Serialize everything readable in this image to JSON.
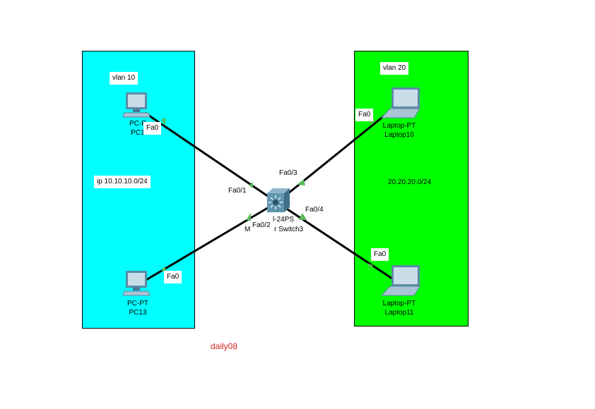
{
  "title": "daily08",
  "areas": {
    "left": {
      "color": "#00ffff",
      "vlan": "vlan 10",
      "network": "ip 10.10.10.0/24"
    },
    "right": {
      "color": "#00ff00",
      "vlan": "vlan 20",
      "network": "20.20.20.0/24"
    }
  },
  "devices": {
    "pc1": {
      "model": "PC-PT",
      "name": "PC1",
      "model_visible": "PC-P",
      "name_visible": "PC1",
      "port": "Fa0"
    },
    "pc13": {
      "model": "PC-PT",
      "name": "PC13",
      "port": "Fa0"
    },
    "laptop10": {
      "model": "Laptop-PT",
      "name": "Laptop10",
      "port": "Fa0"
    },
    "laptop11": {
      "model": "Laptop-PT",
      "name": "Laptop11",
      "port": "Fa0"
    },
    "switch": {
      "model_visible": "l-24PS",
      "name_visible": "r Switch3",
      "extra_visible": "M",
      "ports": {
        "p1": "Fa0/1",
        "p2": "Fa0/2",
        "p3": "Fa0/3",
        "p4": "Fa0/4"
      }
    }
  },
  "colors": {
    "link": "#000000",
    "link_light": "#5cb85c",
    "title": "#d42020"
  }
}
